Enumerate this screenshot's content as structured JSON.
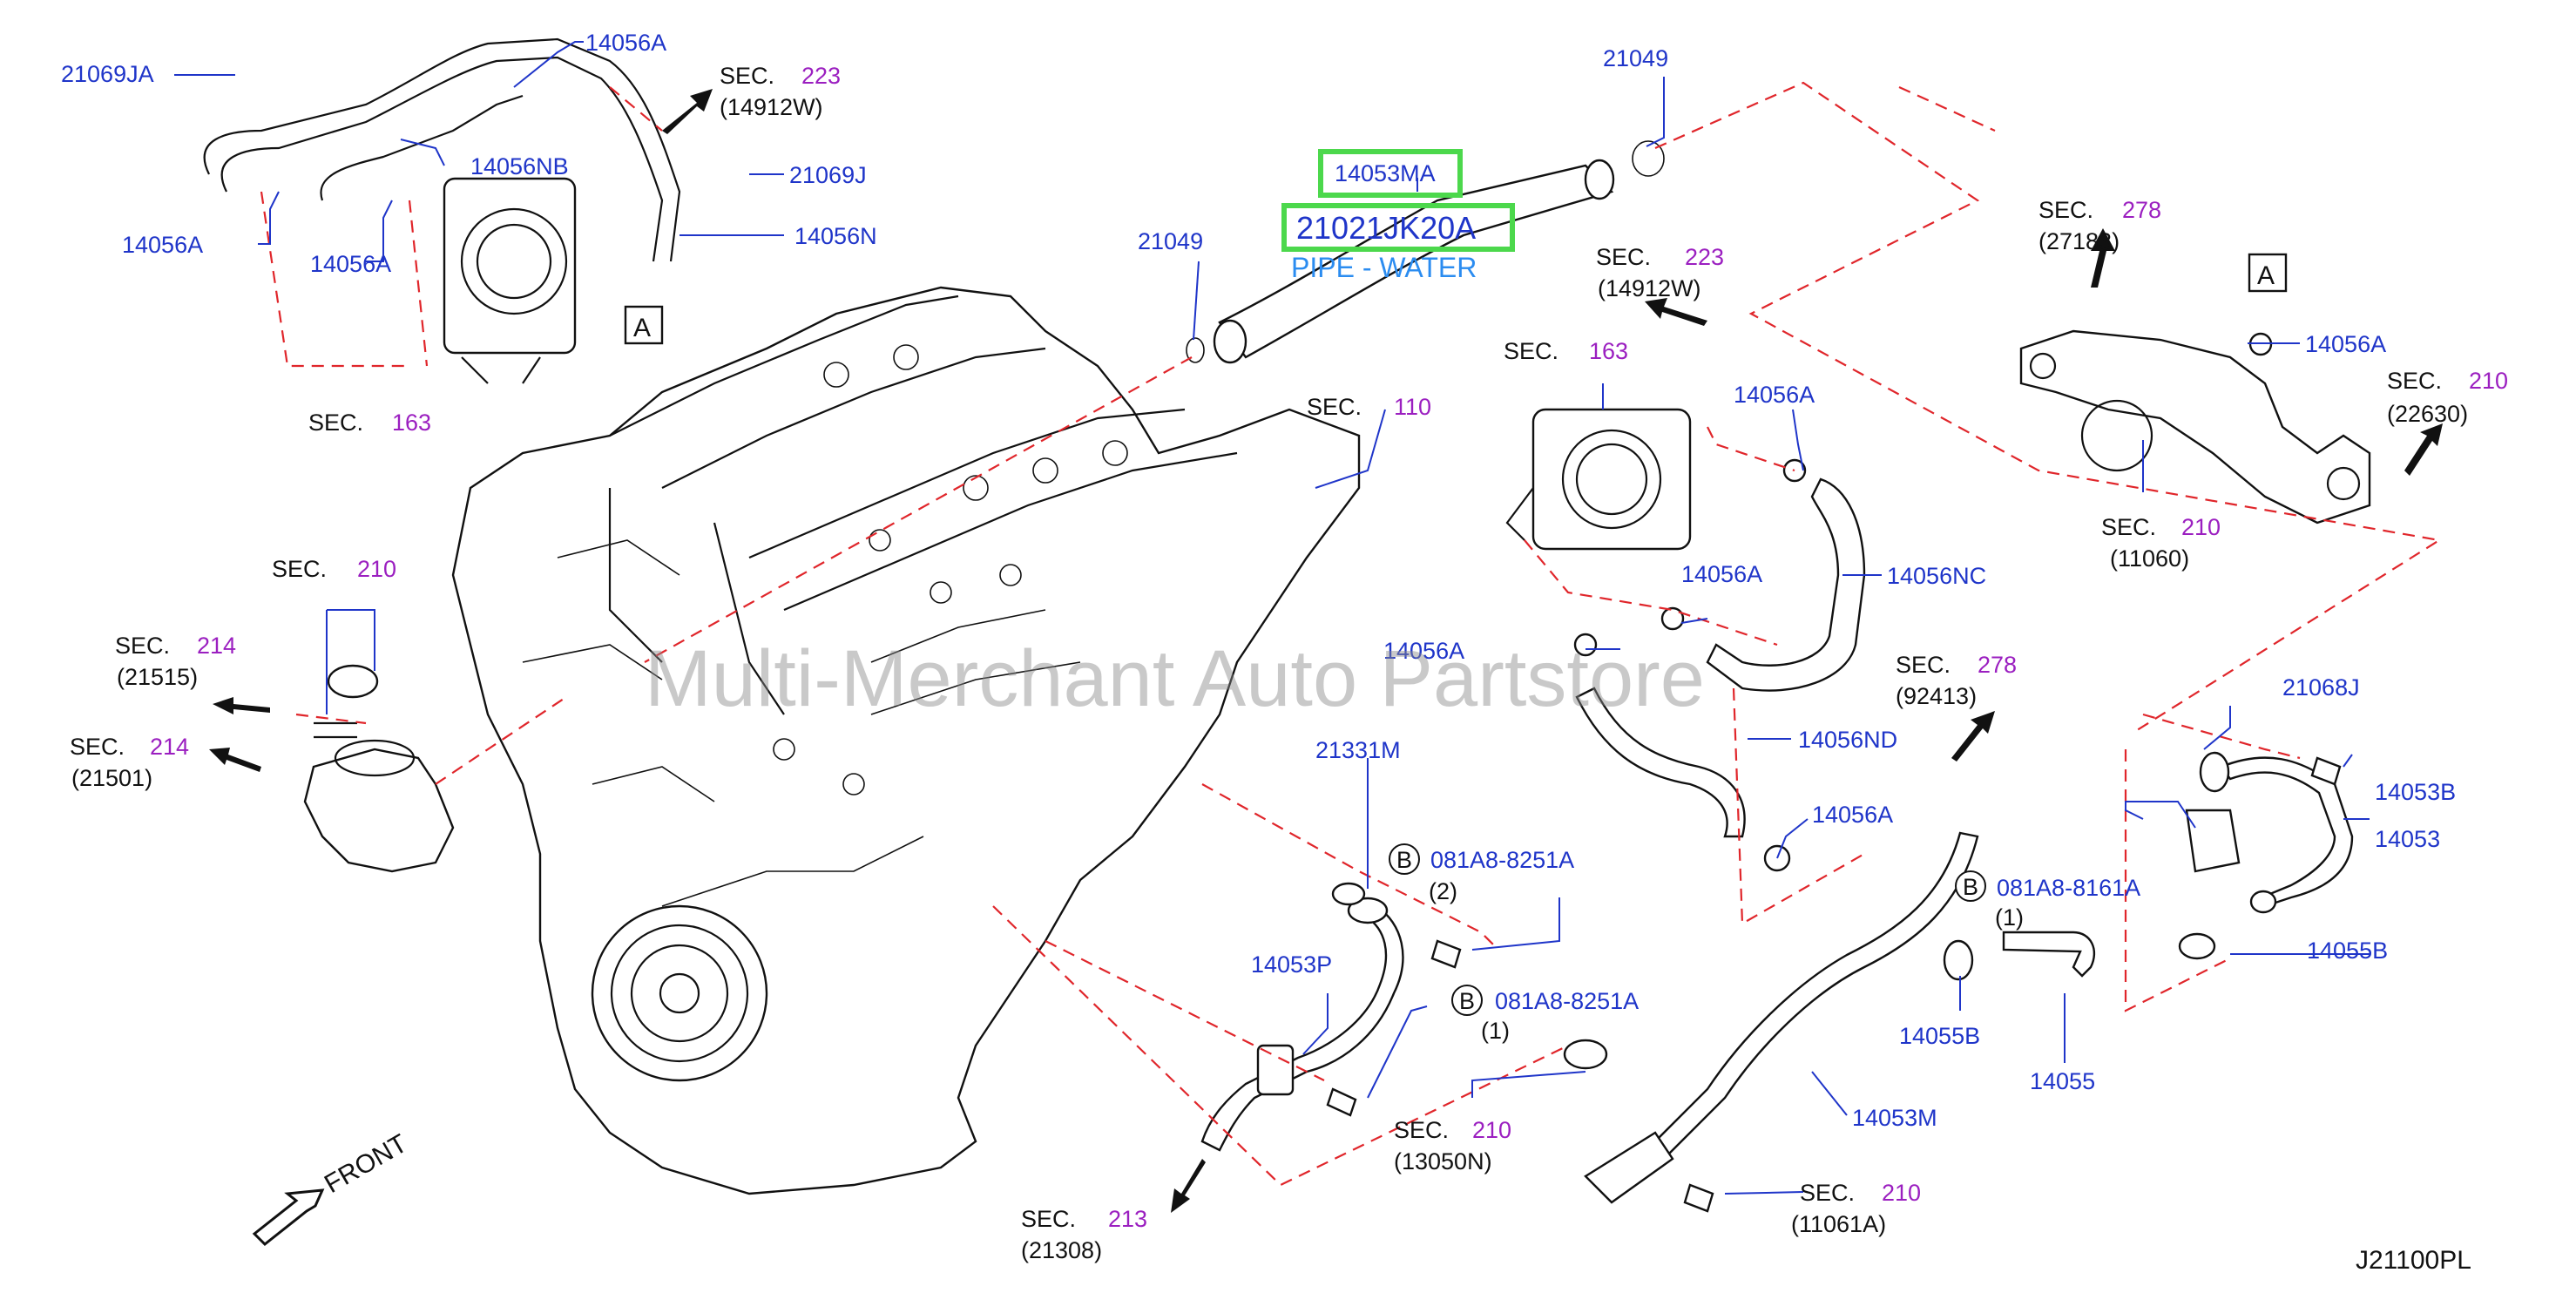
{
  "watermark": "Multi-Merchant Auto Partstore",
  "diagram_code": "J21100PL",
  "front_label": "FRONT",
  "highlight": {
    "part_number": "14053MA",
    "part_code": "21021JK20A",
    "part_desc": "PIPE - WATER",
    "box_color": "#4cd84c"
  },
  "connector_a": "A",
  "bolt_symbol": "B",
  "sec_word": "SEC.",
  "labels": {
    "p21069JA": "21069JA",
    "p14056A_top": "14056A",
    "p14056NB": "14056NB",
    "p21069J": "21069J",
    "p14056A_l1": "14056A",
    "p14056A_l2": "14056A",
    "p14056N": "14056N",
    "p21049_top": "21049",
    "p21049_mid": "21049",
    "p14056A_tb": "14056A",
    "p14056A_right": "14056A",
    "p14056A_mid": "14056A",
    "p14056NC": "14056NC",
    "p14056A_low": "14056A",
    "p14056ND": "14056ND",
    "p14056A_bot": "14056A",
    "p21331M": "21331M",
    "p14053P": "14053P",
    "p21068J": "21068J",
    "p14053B": "14053B",
    "p14053": "14053",
    "p14055B_right": "14055B",
    "p14055B_mid": "14055B",
    "p14055": "14055",
    "p14053M": "14053M",
    "bolt1_code": "081A8-8251A",
    "bolt1_qty": "(2)",
    "bolt2_code": "081A8-8251A",
    "bolt2_qty": "(1)",
    "bolt3_code": "081A8-8161A",
    "bolt3_qty": "(1)"
  },
  "sections": {
    "s223_top": {
      "num": "223",
      "ref": "(14912W)"
    },
    "s163_left": {
      "num": "163",
      "ref": ""
    },
    "s223_mid": {
      "num": "223",
      "ref": "(14912W)"
    },
    "s163_mid": {
      "num": "163",
      "ref": ""
    },
    "s110": {
      "num": "110",
      "ref": ""
    },
    "s210_cap": {
      "num": "210",
      "ref": ""
    },
    "s214_a": {
      "num": "214",
      "ref": "(21515)"
    },
    "s214_b": {
      "num": "214",
      "ref": "(21501)"
    },
    "s278_top": {
      "num": "278",
      "ref": "(27183)"
    },
    "s210_right": {
      "num": "210",
      "ref": "(22630)"
    },
    "s210_outlet": {
      "num": "210",
      "ref": "(11060)"
    },
    "s278_mid": {
      "num": "278",
      "ref": "(92413)"
    },
    "s210_low": {
      "num": "210",
      "ref": "(13050N)"
    },
    "s213": {
      "num": "213",
      "ref": "(21308)"
    },
    "s210_bottom": {
      "num": "210",
      "ref": "(11061A)"
    }
  },
  "colors": {
    "part_label": "#1f35c9",
    "section_number": "#9b1fc0",
    "desc": "#2b8cf0",
    "dashed_guide": "#e0262b"
  }
}
